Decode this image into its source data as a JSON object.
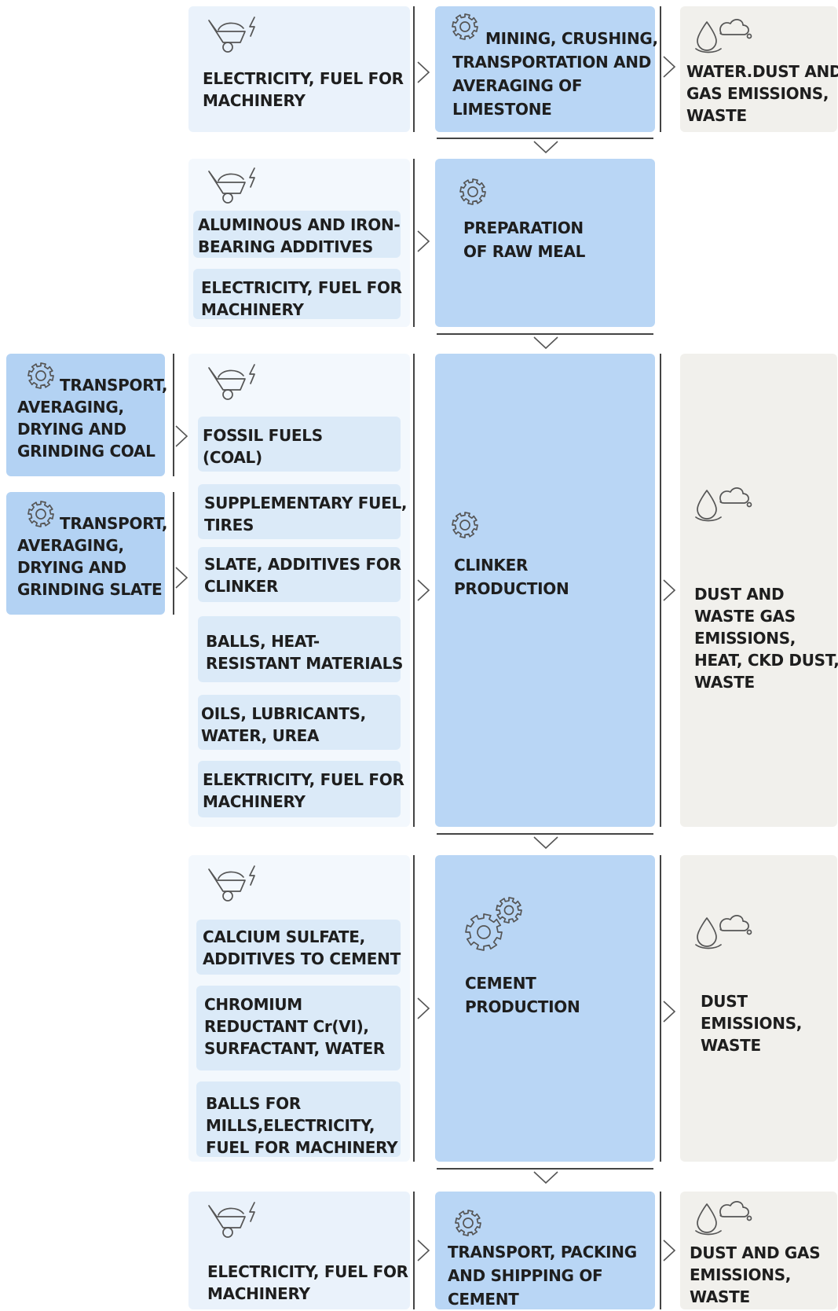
{
  "rows": [
    {
      "inputs": [
        "ELECTRICITY, FUEL FOR MACHINERY"
      ],
      "process": "MINING, CRUSHING, TRANSPORTATION AND AVERAGING OF LIMESTONE",
      "output": "WATER.DUST AND GAS EMISSIONS, WASTE"
    },
    {
      "inputs": [
        "ALUMINOUS AND IRON-BEARING ADDITIVES",
        "ELECTRICITY, FUEL FOR MACHINERY"
      ],
      "process": "PREPARATION OF RAW MEAL"
    },
    {
      "side": [
        "TRANSPORT, AVERAGING, DRYING AND GRINDING COAL",
        "TRANSPORT, AVERAGING, DRYING AND GRINDING SLATE"
      ],
      "inputs": [
        "FOSSIL FUELS (COAL)",
        "SUPPLEMENTARY FUEL, TIRES",
        "SLATE, ADDITIVES FOR CLINKER",
        "BALLS, HEAT-RESISTANT MATERIALS",
        "OILS, LUBRICANTS, WATER, UREA",
        "ELEKTRICITY, FUEL FOR MACHINERY"
      ],
      "process": "CLINKER PRODUCTION",
      "output": "DUST AND WASTE GAS EMISSIONS, HEAT, CKD DUST, WASTE"
    },
    {
      "inputs": [
        "CALCIUM SULFATE, ADDITIVES TO CEMENT",
        "CHROMIUM REDUCTANT Cr(VI), SURFACTANT, WATER",
        "BALLS FOR MILLS,ELECTRICITY, FUEL FOR MACHINERY"
      ],
      "process": "CEMENT PRODUCTION",
      "output": "DUST EMISSIONS, WASTE"
    },
    {
      "inputs": [
        "ELECTRICITY, FUEL FOR MACHINERY"
      ],
      "process": "TRANSPORT, PACKING AND SHIPPING OF CEMENT",
      "output": "DUST AND GAS EMISSIONS, WASTE"
    }
  ],
  "lines": {
    "r1_in": [
      "ELECTRICITY, FUEL FOR",
      "MACHINERY"
    ],
    "r1_proc": [
      "MINING, CRUSHING,",
      "TRANSPORTATION AND",
      "AVERAGING OF",
      "LIMESTONE"
    ],
    "r1_out": [
      "WATER.DUST AND",
      "GAS EMISSIONS,",
      "WASTE"
    ],
    "r2_in1": [
      "ALUMINOUS AND IRON-",
      "BEARING ADDITIVES"
    ],
    "r2_in2": [
      "ELECTRICITY, FUEL FOR",
      "MACHINERY"
    ],
    "r2_proc": [
      "PREPARATION",
      "OF RAW MEAL"
    ],
    "r3_side1": [
      "TRANSPORT,",
      "AVERAGING,",
      "DRYING AND",
      "GRINDING COAL"
    ],
    "r3_side2": [
      "TRANSPORT,",
      "AVERAGING,",
      "DRYING AND",
      "GRINDING SLATE"
    ],
    "r3_in1": [
      "FOSSIL FUELS",
      "(COAL)"
    ],
    "r3_in2": [
      "SUPPLEMENTARY FUEL,",
      "TIRES"
    ],
    "r3_in3": [
      "SLATE, ADDITIVES FOR",
      "CLINKER"
    ],
    "r3_in4": [
      "BALLS, HEAT-",
      "RESISTANT MATERIALS"
    ],
    "r3_in5": [
      "OILS, LUBRICANTS,",
      "WATER, UREA"
    ],
    "r3_in6": [
      "ELEKTRICITY, FUEL FOR",
      "MACHINERY"
    ],
    "r3_proc": [
      "CLINKER",
      "PRODUCTION"
    ],
    "r3_out": [
      "DUST AND",
      "WASTE GAS",
      "EMISSIONS,",
      "HEAT, CKD DUST,",
      "WASTE"
    ],
    "r4_in1": [
      "CALCIUM SULFATE,",
      "ADDITIVES TO CEMENT"
    ],
    "r4_in2": [
      "CHROMIUM",
      "REDUCTANT Cr(VI),",
      "SURFACTANT, WATER"
    ],
    "r4_in3": [
      "BALLS FOR",
      "MILLS,ELECTRICITY,",
      "FUEL FOR MACHINERY"
    ],
    "r4_proc": [
      "CEMENT",
      "PRODUCTION"
    ],
    "r4_out": [
      "DUST",
      "EMISSIONS,",
      "WASTE"
    ],
    "r5_in": [
      "ELECTRICITY, FUEL FOR",
      "MACHINERY"
    ],
    "r5_proc": [
      "TRANSPORT, PACKING",
      "AND SHIPPING OF",
      "CEMENT"
    ],
    "r5_out": [
      "DUST AND GAS",
      "EMISSIONS,",
      "WASTE"
    ]
  },
  "icons": {
    "inputs": "wheelbarrow-lightning-icon",
    "process": "gear-icon",
    "process_double": "double-gear-icon",
    "output": "water-drop-cloud-icon"
  },
  "colors": {
    "process": "#b9d6f5",
    "input_panel": "#eaf2fb",
    "input_item": "#dbeaf8",
    "output_panel": "#f1f0ec",
    "side_process": "#b3d2f3"
  }
}
